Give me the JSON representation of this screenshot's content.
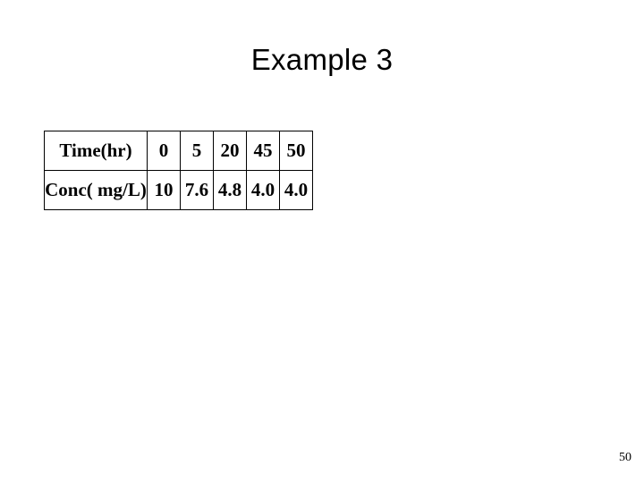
{
  "slide": {
    "title": "Example 3",
    "page_number": "50"
  },
  "table": {
    "rows": [
      {
        "label": "Time(hr)",
        "cells": [
          "0",
          "5",
          "20",
          "45",
          "50"
        ]
      },
      {
        "label": "Conc( mg/L)",
        "cells": [
          "10",
          "7.6",
          "4.8",
          "4.0",
          "4.0"
        ]
      }
    ]
  }
}
